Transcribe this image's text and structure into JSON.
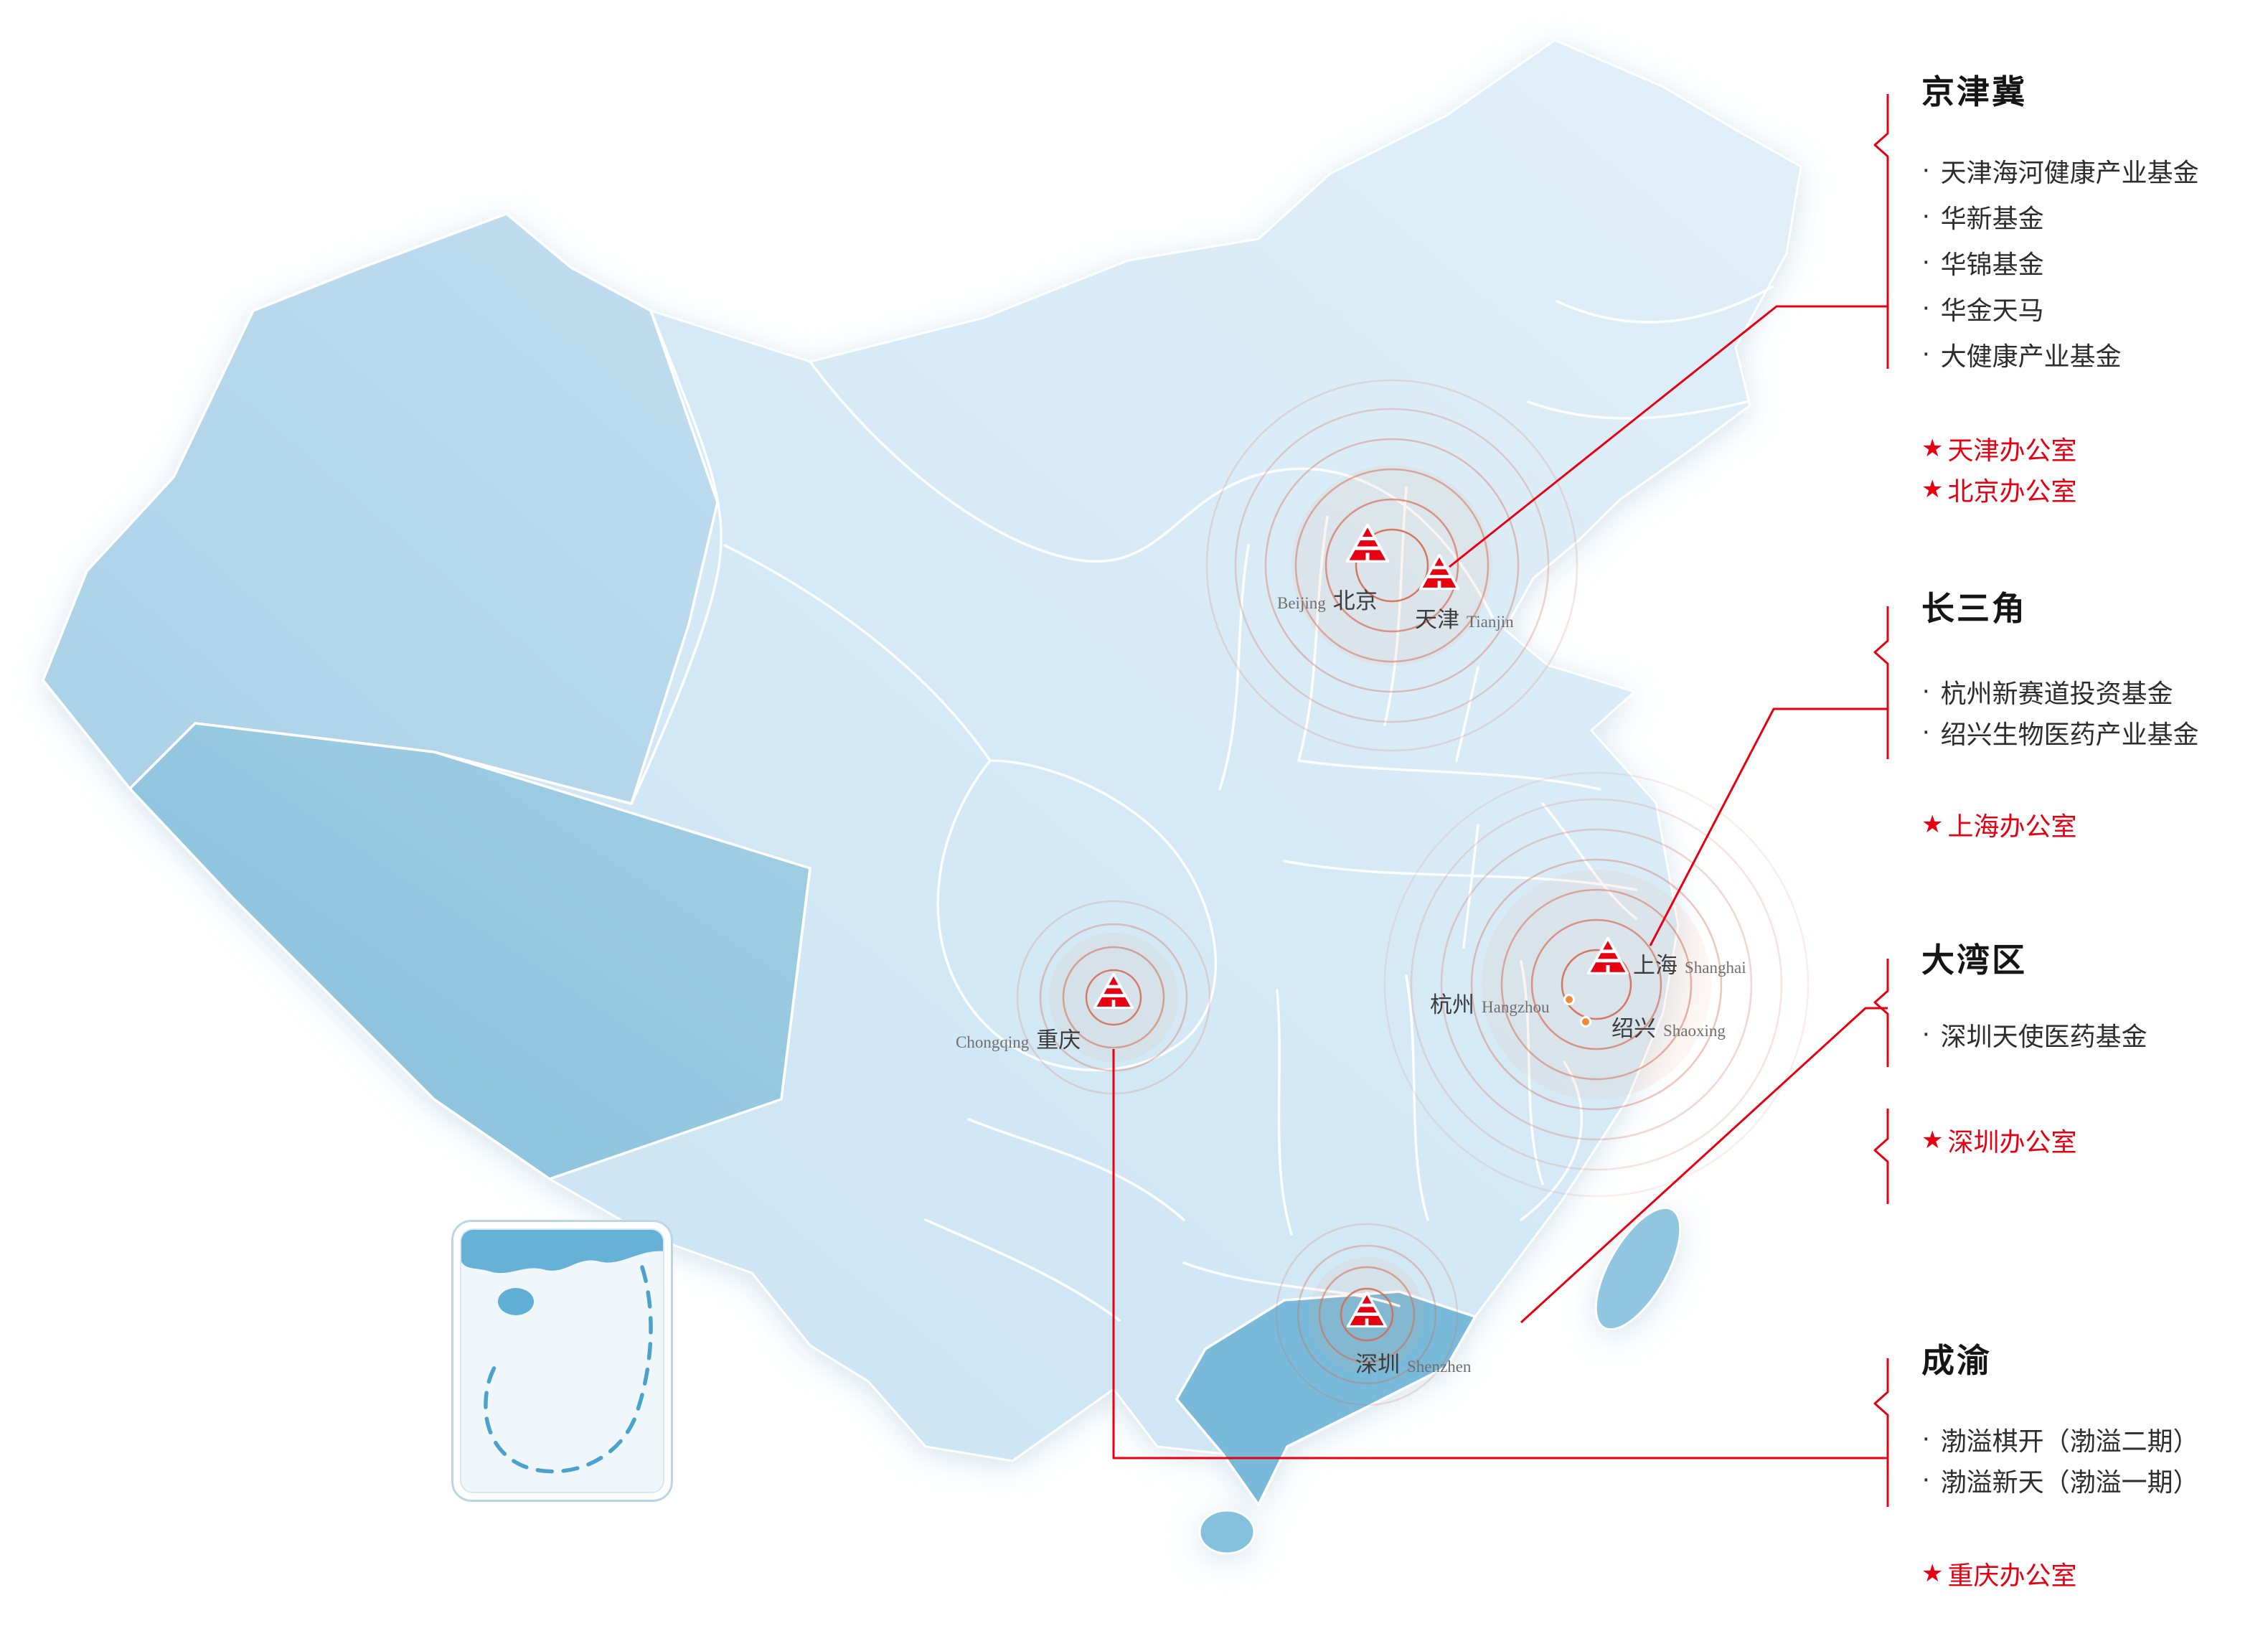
{
  "glyphs": {
    "star": "★",
    "bullet": "·"
  },
  "regions": [
    {
      "name": "京津冀",
      "funds": [
        "天津海河健康产业基金",
        "华新基金",
        "华锦基金",
        "华金天马",
        "大健康产业基金"
      ],
      "offices": [
        "天津办公室",
        "北京办公室"
      ]
    },
    {
      "name": "长三角",
      "funds": [
        "杭州新赛道投资基金",
        "绍兴生物医药产业基金"
      ],
      "offices": [
        "上海办公室"
      ]
    },
    {
      "name": "大湾区",
      "funds": [
        "深圳天使医药基金"
      ],
      "offices": [
        "深圳办公室"
      ]
    },
    {
      "name": "成渝",
      "funds": [
        "渤溢棋开（渤溢二期）",
        "渤溢新天（渤溢一期）"
      ],
      "offices": [
        "重庆办公室"
      ]
    }
  ],
  "cities": [
    {
      "zh": "北京",
      "en": "Beijing"
    },
    {
      "zh": "天津",
      "en": "Tianjin"
    },
    {
      "zh": "上海",
      "en": "Shanghai"
    },
    {
      "zh": "杭州",
      "en": "Hangzhou"
    },
    {
      "zh": "绍兴",
      "en": "Shaoxing"
    },
    {
      "zh": "重庆",
      "en": "Chongqing"
    },
    {
      "zh": "深圳",
      "en": "Shenzhen"
    }
  ],
  "colors": {
    "accent_red": "#e60012",
    "ripple": "#d4694f",
    "marker_dot": "#ef8a3a",
    "map_base_light": "#dcedf7",
    "map_base_deep": "#c6e1f2",
    "map_xinjiang": "#b7d8ea",
    "map_tibet": "#90c6df",
    "map_guangdong": "#79bada",
    "label_zh": "#3c3c3c",
    "label_en": "#6f6f6f"
  }
}
